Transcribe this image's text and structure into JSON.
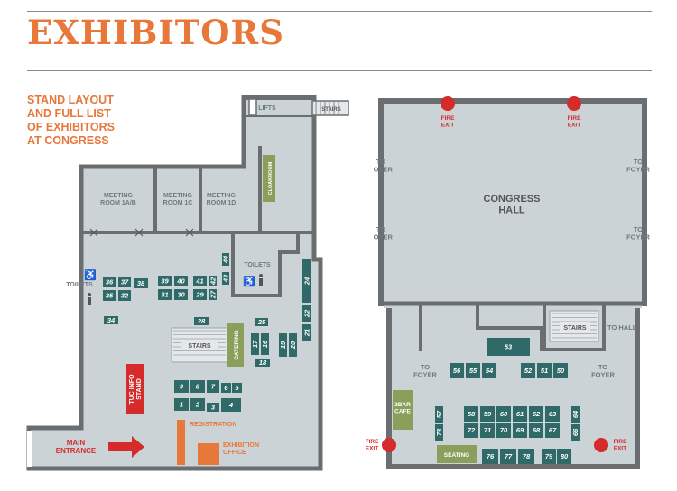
{
  "page": {
    "title": "EXHIBITORS",
    "subtitle": "STAND LAYOUT\nAND FULL LIST\nOF EXHIBITORS\nAT CONGRESS"
  },
  "colors": {
    "accent": "#e8773a",
    "floor": "#cbd3d6",
    "wall": "#6b6e70",
    "stand": "#2f6a68",
    "green": "#8aa05a",
    "red": "#d52b2b",
    "room_text": "#6e7a80"
  },
  "left_plan": {
    "rooms": {
      "lifts": "LIFTS",
      "stairs_top": "STAIRS",
      "cloakroom": "CLOAKROOM",
      "meeting_1ab": "MEETING\nROOM 1A/B",
      "meeting_1c": "MEETING\nROOM 1C",
      "meeting_1d": "MEETING\nROOM 1D",
      "toilets_left": "TOILETS",
      "toilets_right": "TOILETS",
      "stairs_center": "STAIRS",
      "catering": "CATERING",
      "tuc_info": "TUC INFO\nSTAND",
      "registration": "REGISTRATION",
      "exhibition_office": "EXHIBITION\nOFFICE",
      "main_entrance": "MAIN\nENTRANCE"
    },
    "stands": [
      "1",
      "2",
      "3",
      "4",
      "5",
      "6",
      "7",
      "8",
      "9",
      "15",
      "16",
      "17",
      "18",
      "19",
      "20",
      "21",
      "22",
      "24",
      "25",
      "27",
      "28",
      "29",
      "30",
      "31",
      "32",
      "34",
      "35",
      "36",
      "37",
      "38",
      "39",
      "40",
      "41",
      "42",
      "43",
      "44"
    ]
  },
  "right_plan": {
    "rooms": {
      "congress_hall": "CONGRESS\nHALL",
      "to_foyer": "TO\nFOYER",
      "fire_exit": "FIRE\nEXIT",
      "to_hall": "TO HALL",
      "stairs": "STAIRS",
      "bar_cafe": "2BAR\nCAFE",
      "seating": "SEATING"
    },
    "stands": [
      "50",
      "51",
      "52",
      "53",
      "54",
      "55",
      "56",
      "57",
      "58",
      "59",
      "60",
      "61",
      "62",
      "63",
      "64",
      "66",
      "67",
      "68",
      "69",
      "70",
      "71",
      "72",
      "73",
      "76",
      "77",
      "78",
      "79",
      "80"
    ]
  }
}
